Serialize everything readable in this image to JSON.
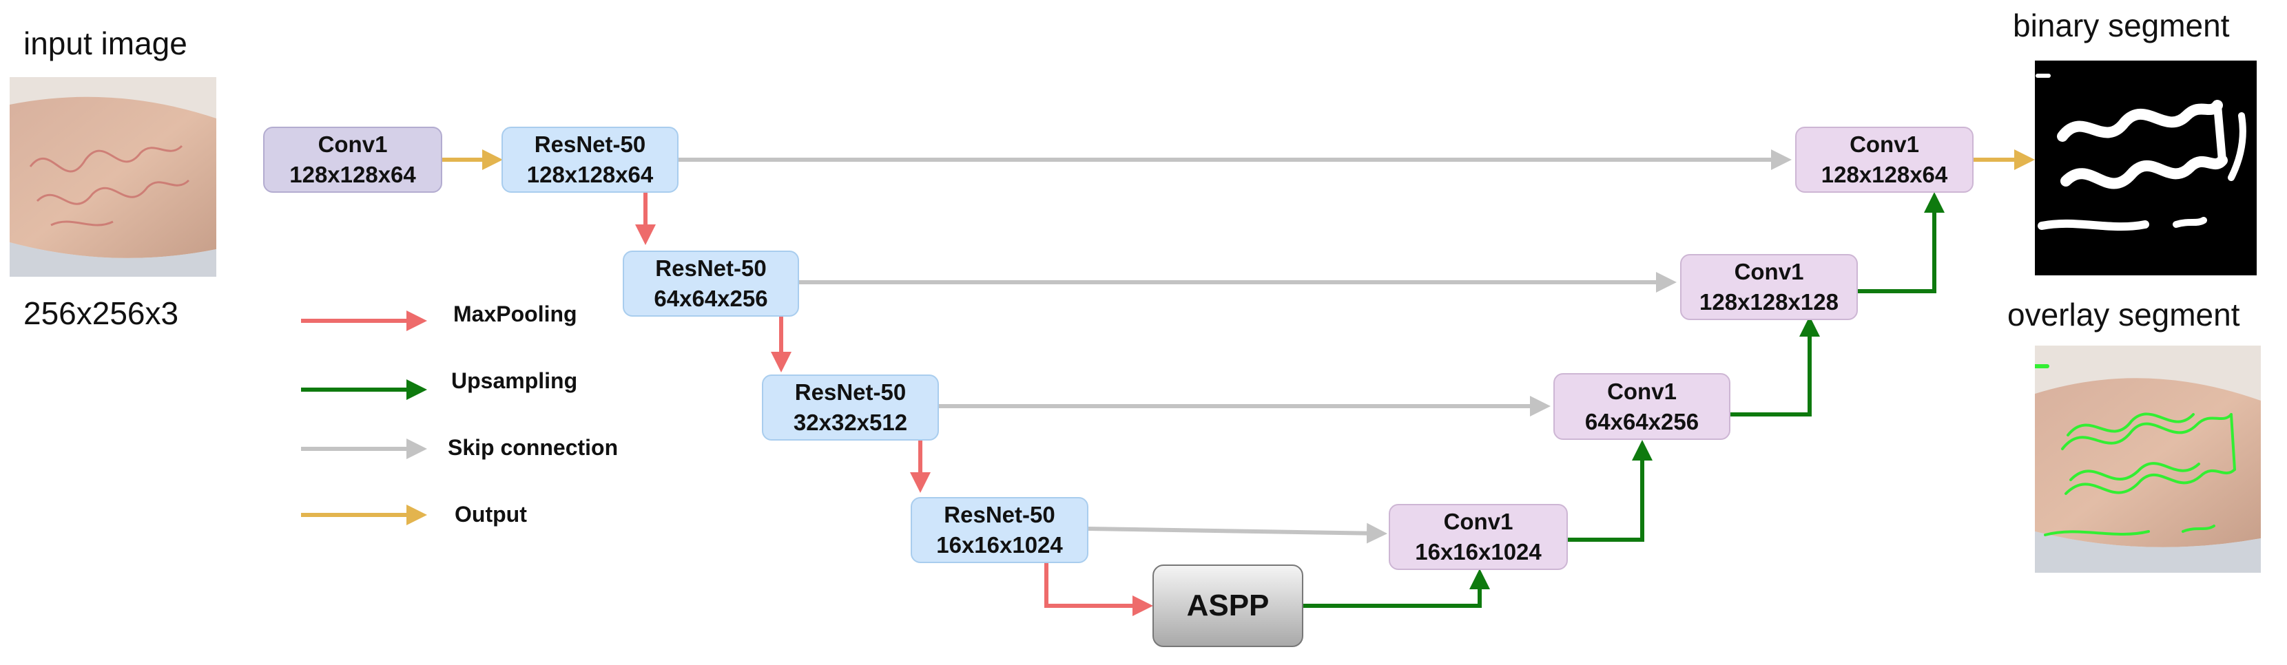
{
  "input": {
    "title": "input image",
    "size": "256x256x3"
  },
  "outputs": {
    "binary_title": "binary segment",
    "overlay_title": "overlay segment"
  },
  "encoder": [
    {
      "name": "Conv1",
      "dims": "128x128x64"
    },
    {
      "name": "ResNet-50",
      "dims": "128x128x64"
    },
    {
      "name": "ResNet-50",
      "dims": "64x64x256"
    },
    {
      "name": "ResNet-50",
      "dims": "32x32x512"
    },
    {
      "name": "ResNet-50",
      "dims": "16x16x1024"
    }
  ],
  "aspp": {
    "label": "ASPP"
  },
  "decoder": [
    {
      "name": "Conv1",
      "dims": "16x16x1024"
    },
    {
      "name": "Conv1",
      "dims": "64x64x256"
    },
    {
      "name": "Conv1",
      "dims": "128x128x128"
    },
    {
      "name": "Conv1",
      "dims": "128x128x64"
    }
  ],
  "legend": [
    {
      "label": "MaxPooling",
      "color": "#ee6b6b"
    },
    {
      "label": "Upsampling",
      "color": "#0e7a0e"
    },
    {
      "label": "Skip connection",
      "color": "#c3c3c3"
    },
    {
      "label": "Output",
      "color": "#e3b44e"
    }
  ],
  "colors": {
    "maxpool": "#ee6b6b",
    "upsample": "#0e7a0e",
    "skip": "#c3c3c3",
    "output": "#e3b44e",
    "conv_fill": "#ead8ee",
    "resnet_fill": "#cfe5fb",
    "conv1_input_fill": "#d5d0e8",
    "mask_color": "#33ee33"
  }
}
